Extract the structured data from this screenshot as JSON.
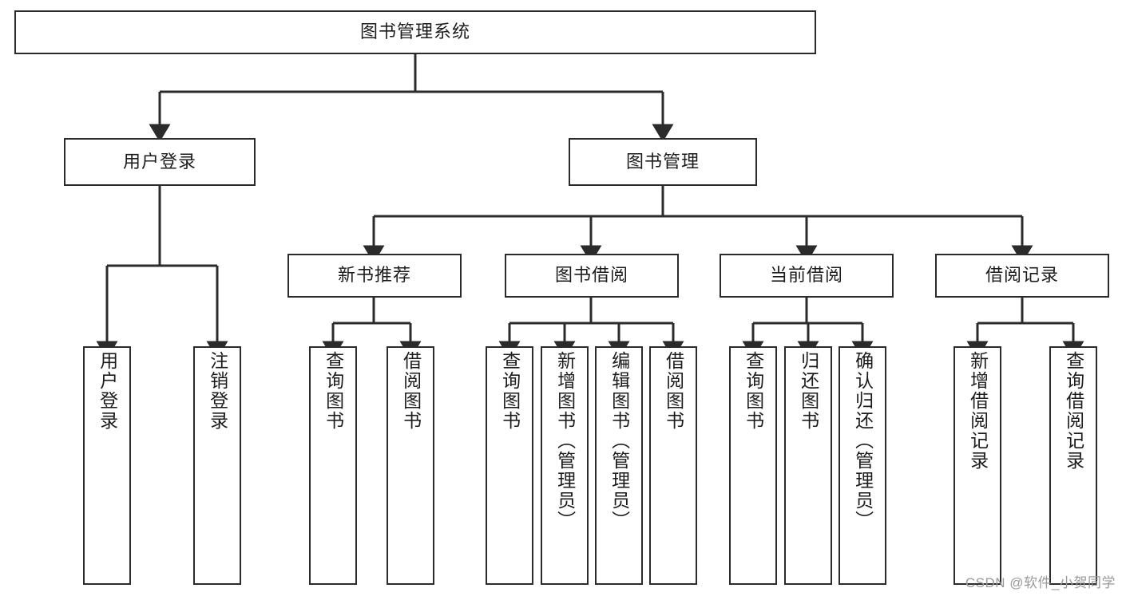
{
  "diagram": {
    "title": "图书管理系统",
    "root": {
      "id": "root",
      "label": "图书管理系统"
    },
    "level2": [
      {
        "id": "user-login",
        "label": "用户登录"
      },
      {
        "id": "book-manage",
        "label": "图书管理"
      }
    ],
    "level3": [
      {
        "id": "new-book-rec",
        "label": "新书推荐"
      },
      {
        "id": "book-borrow",
        "label": "图书借阅"
      },
      {
        "id": "current-borrow",
        "label": "当前借阅"
      },
      {
        "id": "borrow-record",
        "label": "借阅记录"
      }
    ],
    "leaves": {
      "user_login": [
        {
          "id": "leaf-user-login",
          "label": "用户登录"
        },
        {
          "id": "leaf-user-logout",
          "label": "注销登录"
        }
      ],
      "new_book_rec": [
        {
          "id": "leaf-query-book-1",
          "label": "查询图书"
        },
        {
          "id": "leaf-borrow-book-1",
          "label": "借阅图书"
        }
      ],
      "book_borrow": [
        {
          "id": "leaf-query-book-2",
          "label": "查询图书"
        },
        {
          "id": "leaf-add-book",
          "label": "新增图书（管理员）"
        },
        {
          "id": "leaf-edit-book",
          "label": "编辑图书（管理员）"
        },
        {
          "id": "leaf-borrow-book-2",
          "label": "借阅图书"
        }
      ],
      "current_borrow": [
        {
          "id": "leaf-query-book-3",
          "label": "查询图书"
        },
        {
          "id": "leaf-return-book",
          "label": "归还图书"
        },
        {
          "id": "leaf-confirm-return",
          "label": "确认归还（管理员）"
        }
      ],
      "borrow_record": [
        {
          "id": "leaf-add-record",
          "label": "新增借阅记录"
        },
        {
          "id": "leaf-query-record",
          "label": "查询借阅记录"
        }
      ]
    },
    "colors": {
      "stroke": "#2b2b2b",
      "fill": "#ffffff",
      "text": "#1c1c1c",
      "watermark": "#9a9a9a"
    }
  },
  "watermark": {
    "text": "CSDN @软件_小贺同学"
  }
}
